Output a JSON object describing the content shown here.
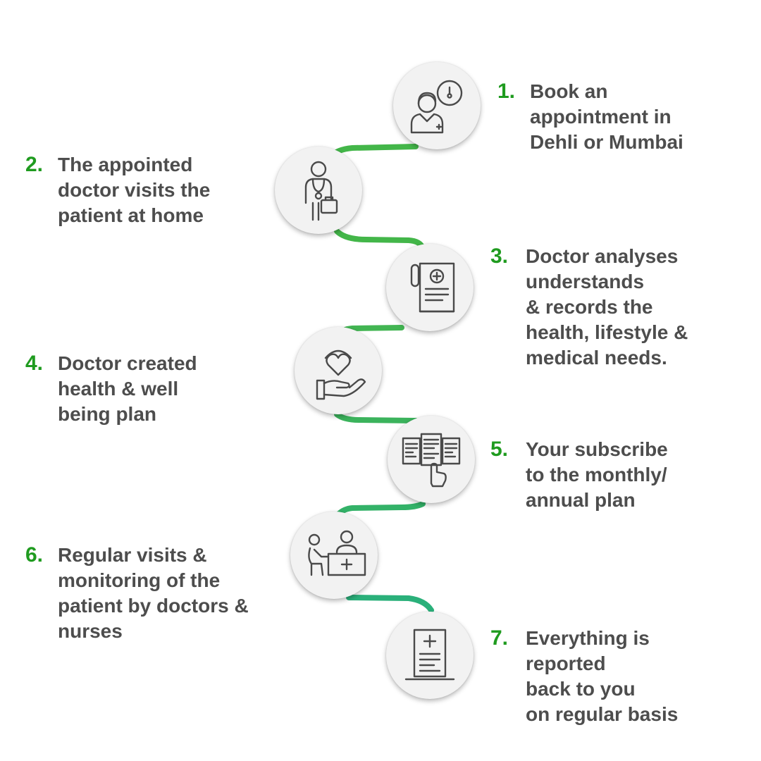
{
  "accent_color": "#1f9b1f",
  "connector_colors": [
    "#43b649",
    "#2ab07a"
  ],
  "steps": [
    {
      "number": "1.",
      "text": "Book an\nappointment in\nDehli or Mumbai",
      "icon": "doctor-clock-icon"
    },
    {
      "number": "2.",
      "text": "The appointed\ndoctor visits the\npatient at home",
      "icon": "doctor-stethoscope-bag-icon"
    },
    {
      "number": "3.",
      "text": "Doctor analyses\nunderstands\n& records the\nhealth, lifestyle &\nmedical needs.",
      "icon": "medical-record-icon"
    },
    {
      "number": "4.",
      "text": "Doctor created\nhealth & well\nbeing plan",
      "icon": "hand-heart-icon"
    },
    {
      "number": "5.",
      "text": "Your subscribe\nto the monthly/\nannual plan",
      "icon": "plan-selection-icon"
    },
    {
      "number": "6.",
      "text": "Regular visits &\nmonitoring of the\npatient by doctors &\nnurses",
      "icon": "consultation-desk-icon"
    },
    {
      "number": "7.",
      "text": "Everything is\nreported\nback to you\non regular basis",
      "icon": "medical-report-icon"
    }
  ]
}
